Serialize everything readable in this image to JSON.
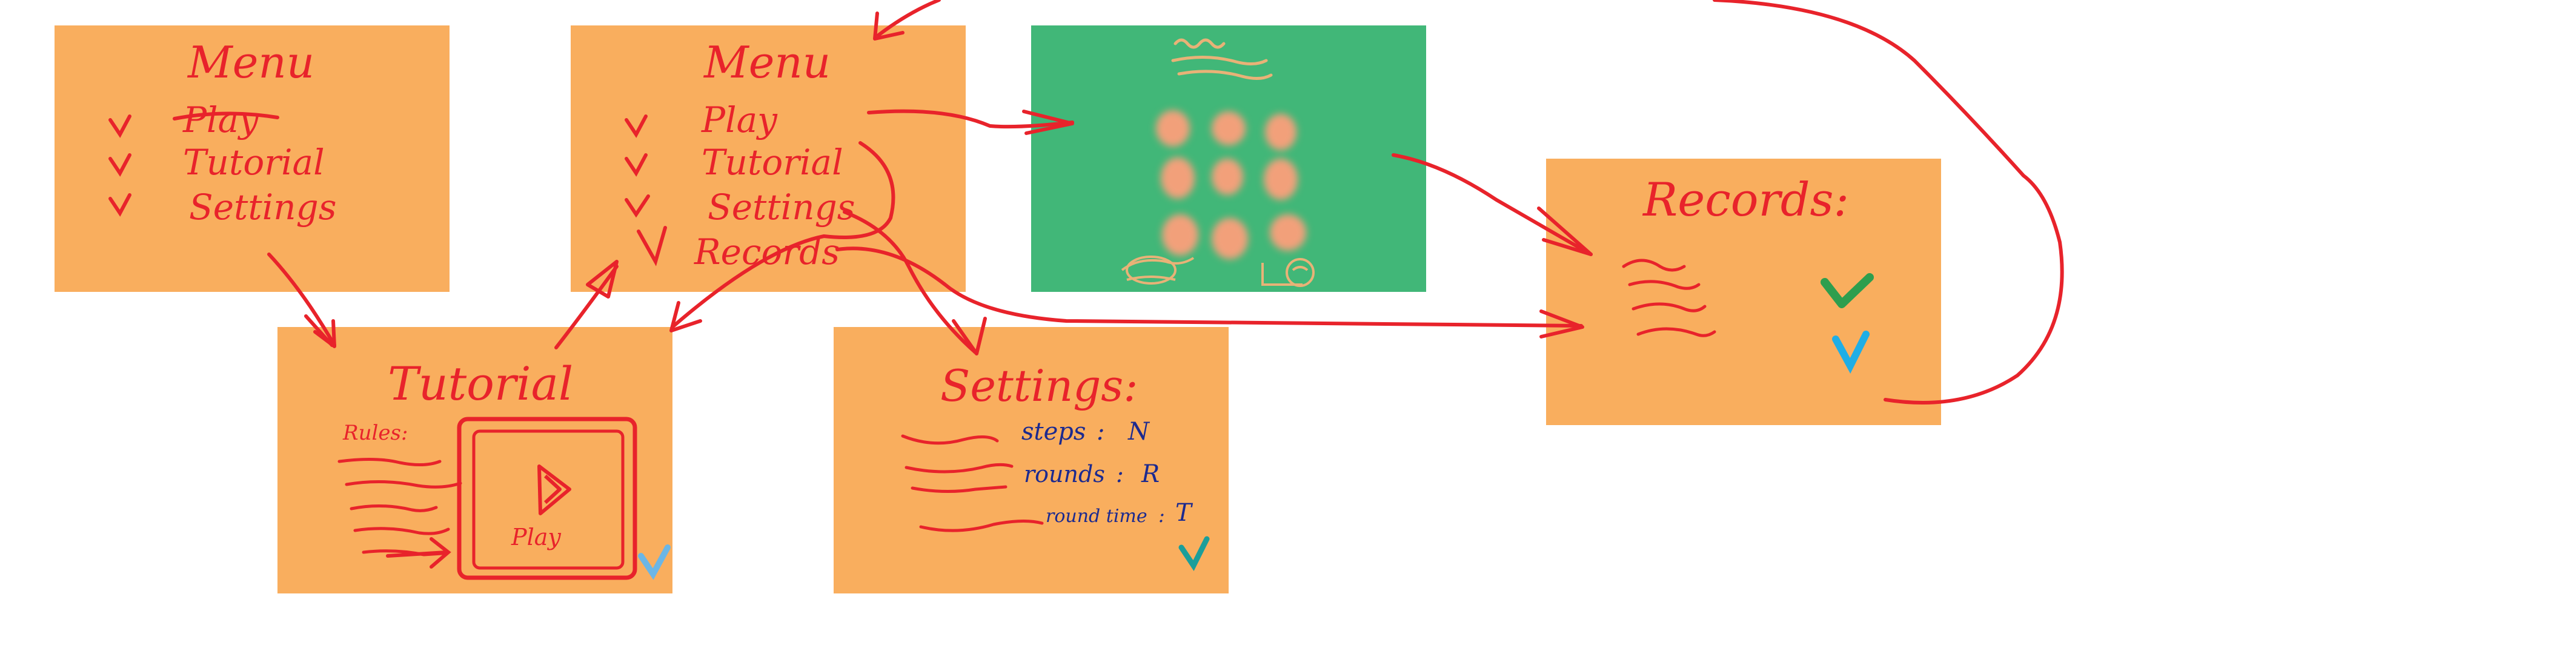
{
  "colors": {
    "card_orange": "#F9AE5E",
    "card_green": "#41B778",
    "ink_red": "#E8232B",
    "ink_navy": "#1C2A8F",
    "ink_teal": "#1B9E9A",
    "ink_blue": "#1FAEE6",
    "ink_lightblue": "#6BB6E6",
    "ink_green": "#2E9E4E",
    "ink_tan": "#E8B277",
    "dot_peach": "#F2A07A"
  },
  "cards": {
    "menu1": {
      "title": "Menu",
      "items": [
        "Play",
        "Tutorial",
        "Settings"
      ],
      "struck_item": "Play"
    },
    "menu2": {
      "title": "Menu",
      "items": [
        "Play",
        "Tutorial",
        "Settings",
        "Records"
      ]
    },
    "tutorial": {
      "title": "Tutorial",
      "rules_label": "Rules:",
      "play_label": "Play"
    },
    "settings": {
      "title": "Settings:",
      "params": [
        {
          "label": "steps",
          "value": "N"
        },
        {
          "label": "rounds",
          "value": "R"
        },
        {
          "label": "round time",
          "value": "T"
        }
      ]
    },
    "records": {
      "title": "Records:"
    },
    "game": {
      "grid_rows": 3,
      "grid_cols": 3
    }
  },
  "icons": {
    "check": "checkmark-icon",
    "play": "play-triangle-icon",
    "scribble": "scribble-lines-icon"
  }
}
